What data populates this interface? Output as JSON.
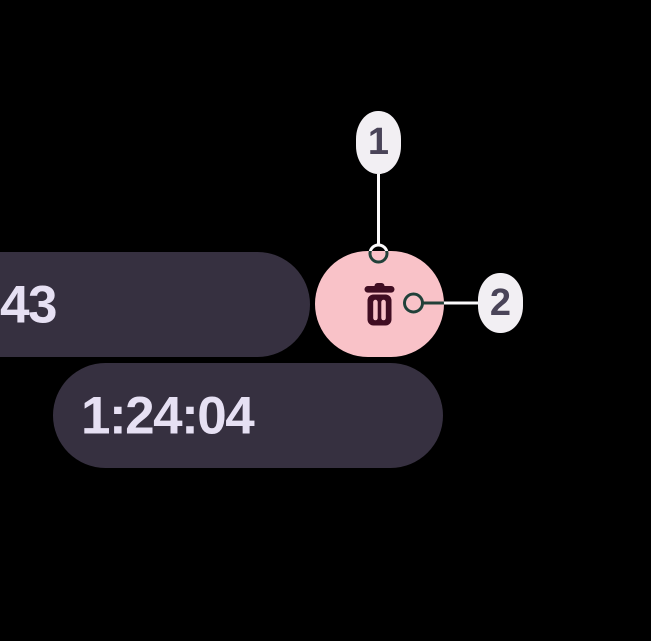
{
  "stopwatch": {
    "primary_time_partial": "43",
    "secondary_time": "1:24:04"
  },
  "delete_button": {
    "icon": "trash-icon"
  },
  "annotations": [
    {
      "label": "1",
      "target": "delete-button"
    },
    {
      "label": "2",
      "target": "trash-icon"
    }
  ],
  "colors": {
    "background": "#000000",
    "time_pill_bg": "#363040",
    "time_text": "#e6e0f3",
    "delete_button_bg": "#f9c2c8",
    "delete_icon": "#400d22",
    "callout_badge_bg": "#f2eff3",
    "callout_badge_text": "#4a4458",
    "connector_light": "#fcfafc",
    "connector_dark": "#224039"
  }
}
